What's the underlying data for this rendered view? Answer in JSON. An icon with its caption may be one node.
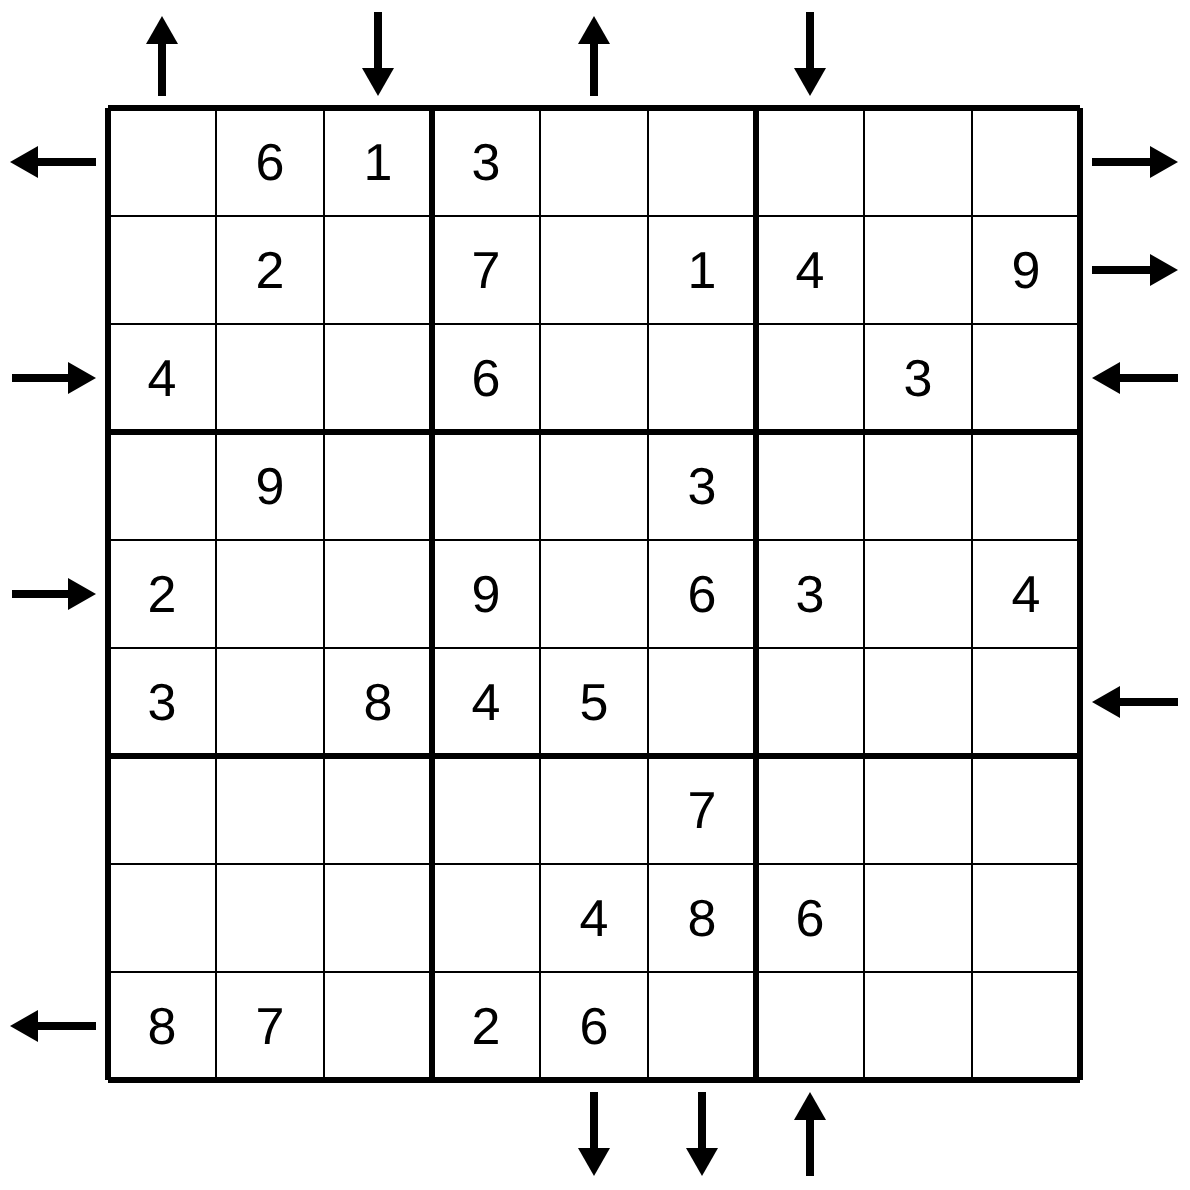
{
  "diagram": {
    "labels": [
      "6",
      "1",
      "3",
      "2",
      "7",
      "1",
      "4",
      "9",
      "4",
      "6",
      "3",
      "9",
      "3",
      "2",
      "9",
      "6",
      "3",
      "4",
      "3",
      "8",
      "4",
      "5",
      "7",
      "4",
      "8",
      "6",
      "8",
      "7",
      "2",
      "6"
    ]
  }
}
